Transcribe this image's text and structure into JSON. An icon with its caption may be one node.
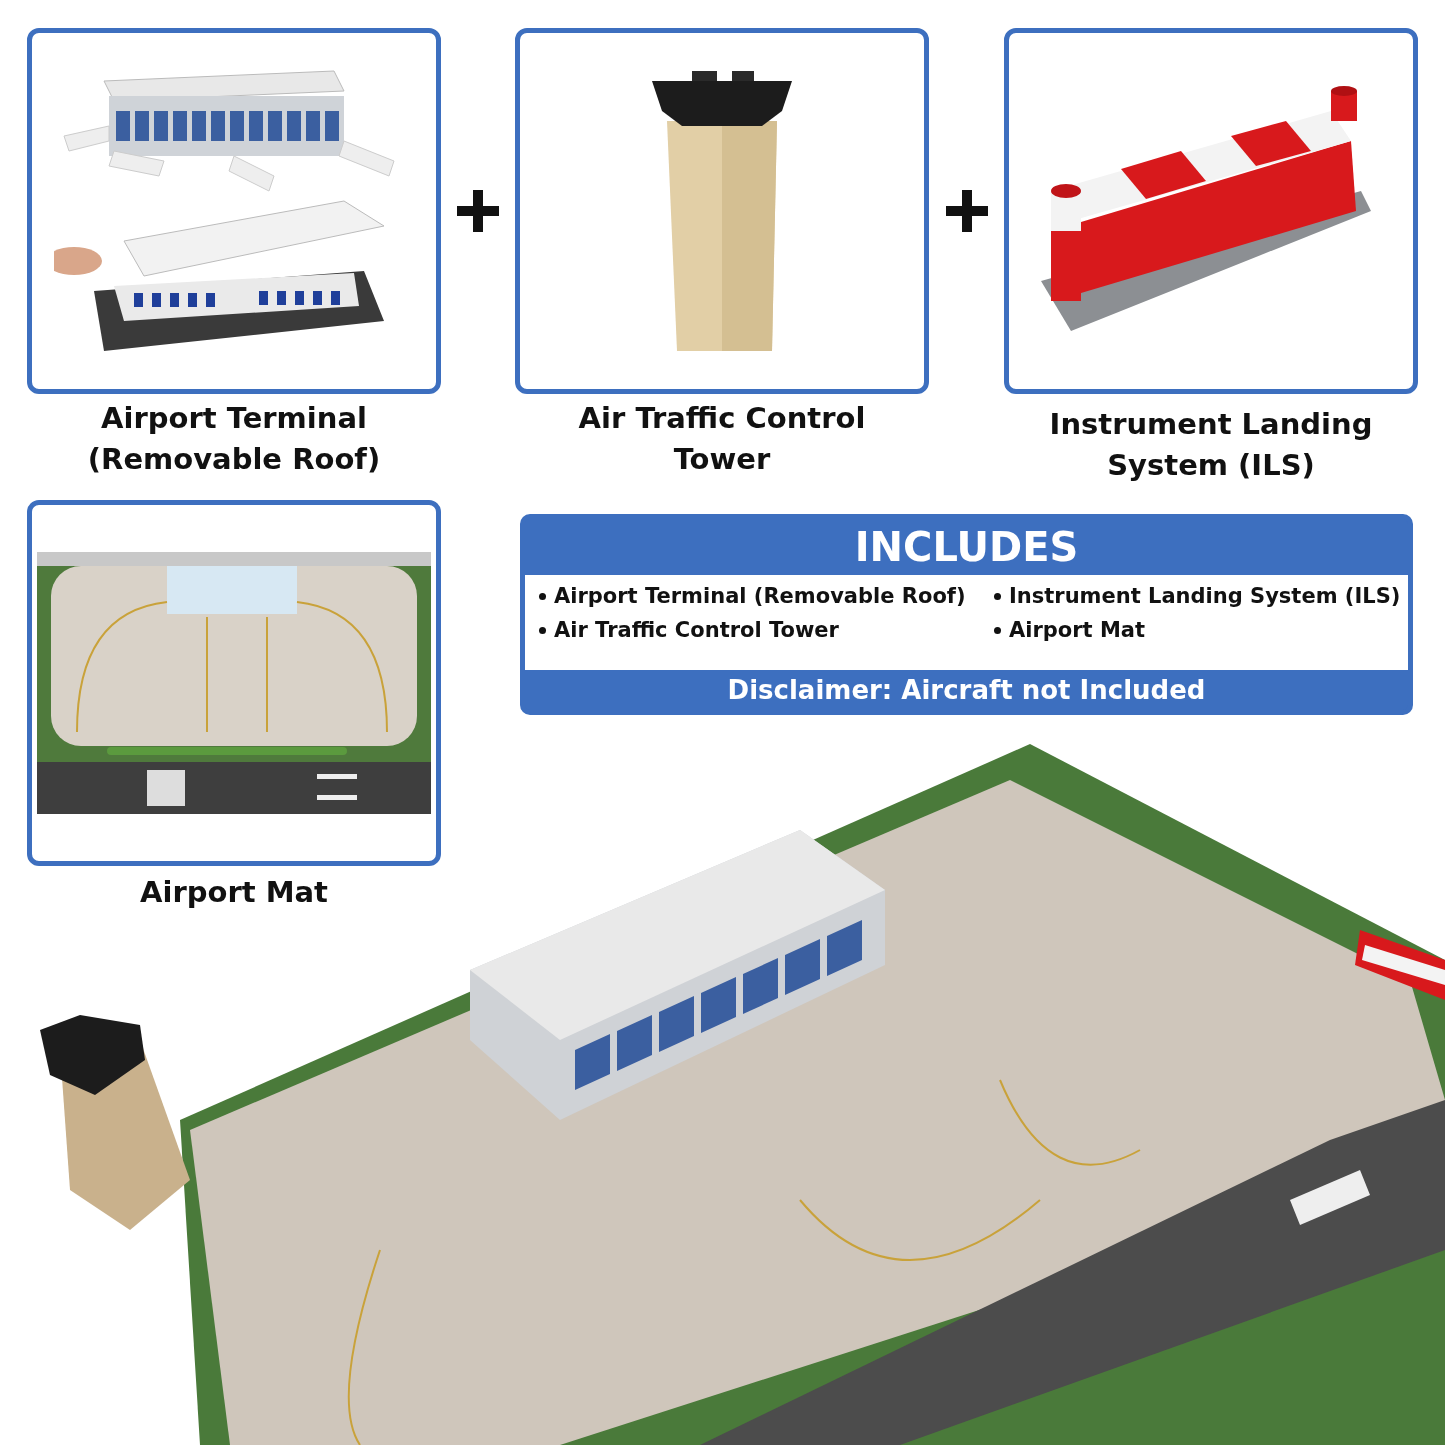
{
  "diagram": {
    "nodes": [
      {
        "text": [
          "Airport Terminal (Removable Roof)"
        ]
      },
      {
        "text": [
          "Air Traffic Control Tower"
        ]
      },
      {
        "text": [
          "Instrument Landing System (ILS)"
        ]
      },
      {
        "text": [
          "Airport Mat"
        ]
      },
      {
        "text": [
          "INCLUDES",
          "Airport Terminal (Removable Roof)",
          "Instrument Landing System (ILS)",
          "Air Traffic Control Tower",
          "Airport Mat",
          "Disclaimer: Aircraft not Included"
        ]
      }
    ]
  }
}
